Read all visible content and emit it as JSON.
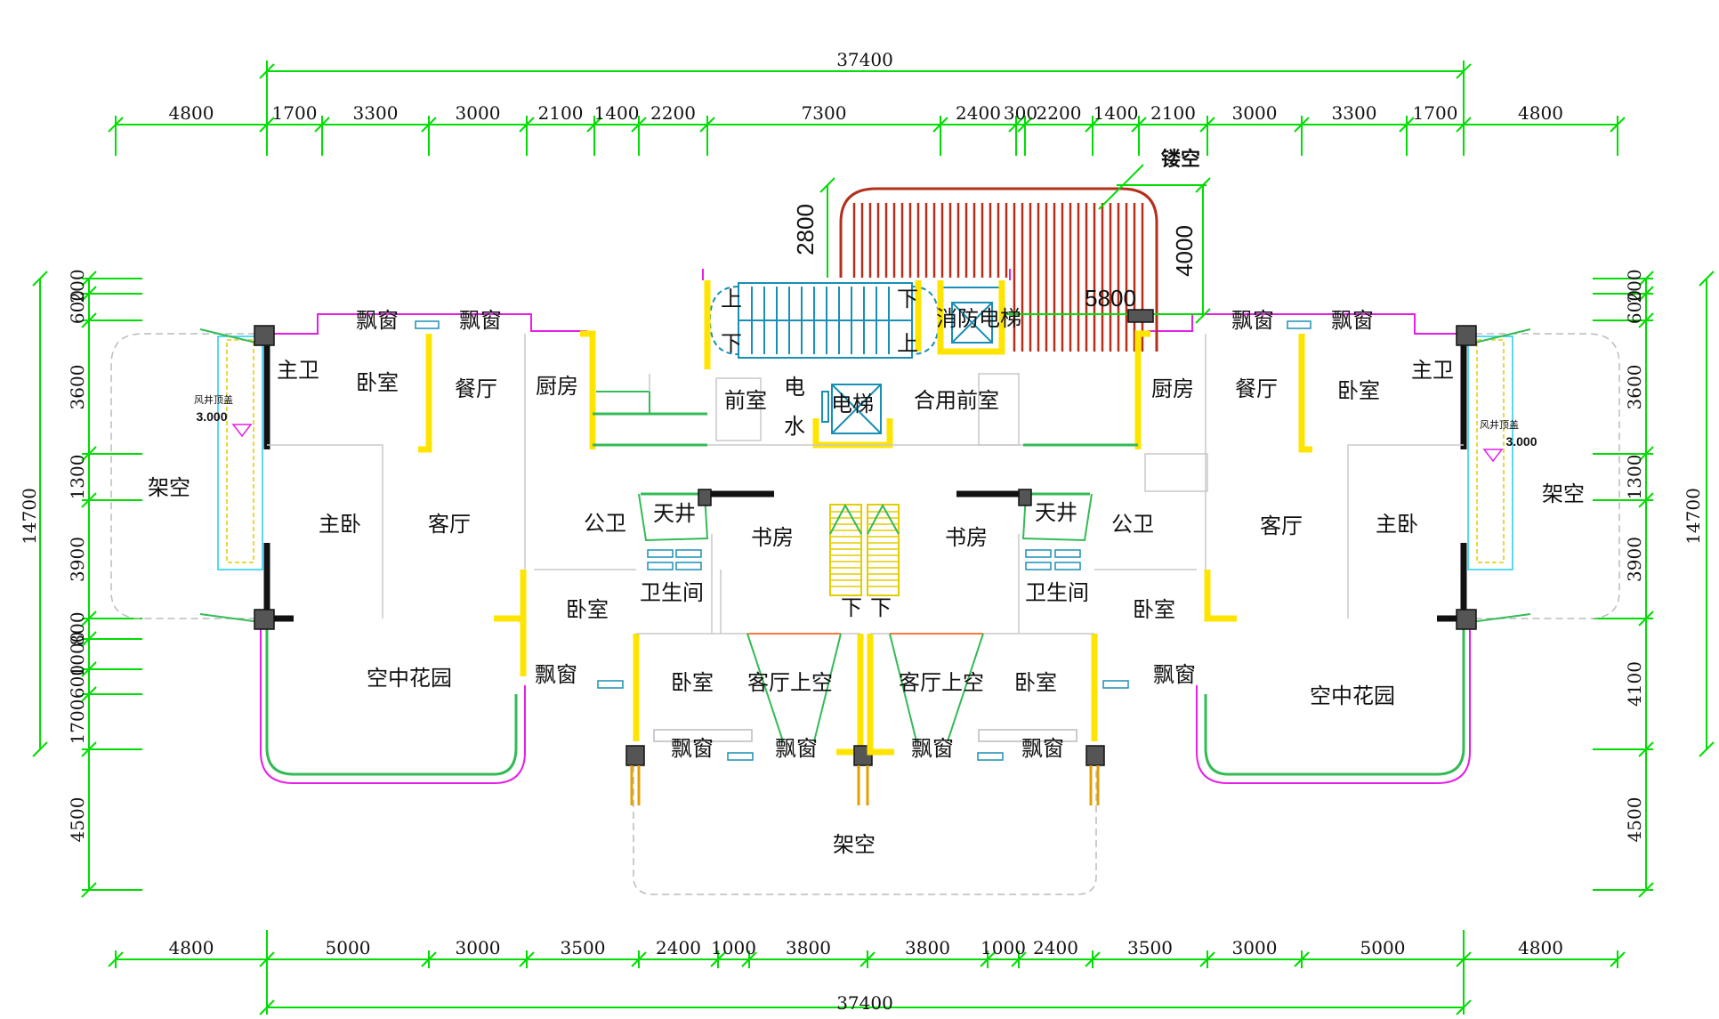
{
  "dims": {
    "top_total": "37400",
    "bottom_total": "37400",
    "top_segments": [
      "4800",
      "1700",
      "3300",
      "3000",
      "2100",
      "1400",
      "2200",
      "7300",
      "2400",
      "300",
      "2200",
      "1400",
      "2100",
      "3000",
      "3300",
      "1700",
      "4800"
    ],
    "bottom_segments": [
      "4800",
      "5000",
      "3000",
      "3500",
      "2400",
      "1000",
      "3800",
      "3800",
      "1000",
      "2400",
      "3500",
      "3000",
      "5000",
      "4800"
    ],
    "left_segments": [
      "200",
      "600",
      "3600",
      "1300",
      "3900",
      "800",
      "1000",
      "600",
      "1700",
      "4500"
    ],
    "right_segments": [
      "200",
      "600",
      "3600",
      "1300",
      "3900",
      "4100",
      "4500"
    ],
    "left_total": "14700",
    "right_total": "14700",
    "stair_height": "2800",
    "void_height": "4000",
    "void_width": "5800"
  },
  "labels": {
    "void": "镂空",
    "left_open": "架空",
    "right_open": "架空",
    "bottom_open": "架空",
    "shaft_top": "风井顶盖",
    "shaft_elev": "3.000",
    "up": "上",
    "down": "下",
    "fire_elevator": "消防电梯",
    "elevator": "电梯",
    "antechamber": "前室",
    "shared_antechamber": "合用前室",
    "elec": "电",
    "water": "水"
  },
  "rooms_left": {
    "master_bath": "主卫",
    "bedroom_top": "卧室",
    "dining": "餐厅",
    "kitchen": "厨房",
    "bay1": "飘窗",
    "bay2": "飘窗",
    "master_bed": "主卧",
    "living": "客厅",
    "public_bath": "公卫",
    "light_well": "天井",
    "study": "书房",
    "bedroom_mid": "卧室",
    "bathroom": "卫生间",
    "sky_garden": "空中花园",
    "bay3": "飘窗",
    "bedroom_low": "卧室",
    "living_void": "客厅上空",
    "bay4": "飘窗",
    "bay5": "飘窗"
  },
  "rooms_right": {
    "master_bath": "主卫",
    "bedroom_top": "卧室",
    "dining": "餐厅",
    "kitchen": "厨房",
    "bay1": "飘窗",
    "bay2": "飘窗",
    "master_bed": "主卧",
    "living": "客厅",
    "public_bath": "公卫",
    "light_well": "天井",
    "study": "书房",
    "bedroom_mid": "卧室",
    "bathroom": "卫生间",
    "sky_garden": "空中花园",
    "bay3": "飘窗",
    "bedroom_low": "卧室",
    "living_void": "客厅上空",
    "bay4": "飘窗",
    "bay5": "飘窗"
  },
  "colors": {
    "dimension": "#00dd00",
    "wall_yellow": "#ffe400",
    "outline_magenta": "#e61ee6",
    "glazing_green": "#33bb55",
    "stair_blue": "#1a8fb5",
    "void_red": "#b3301a"
  }
}
